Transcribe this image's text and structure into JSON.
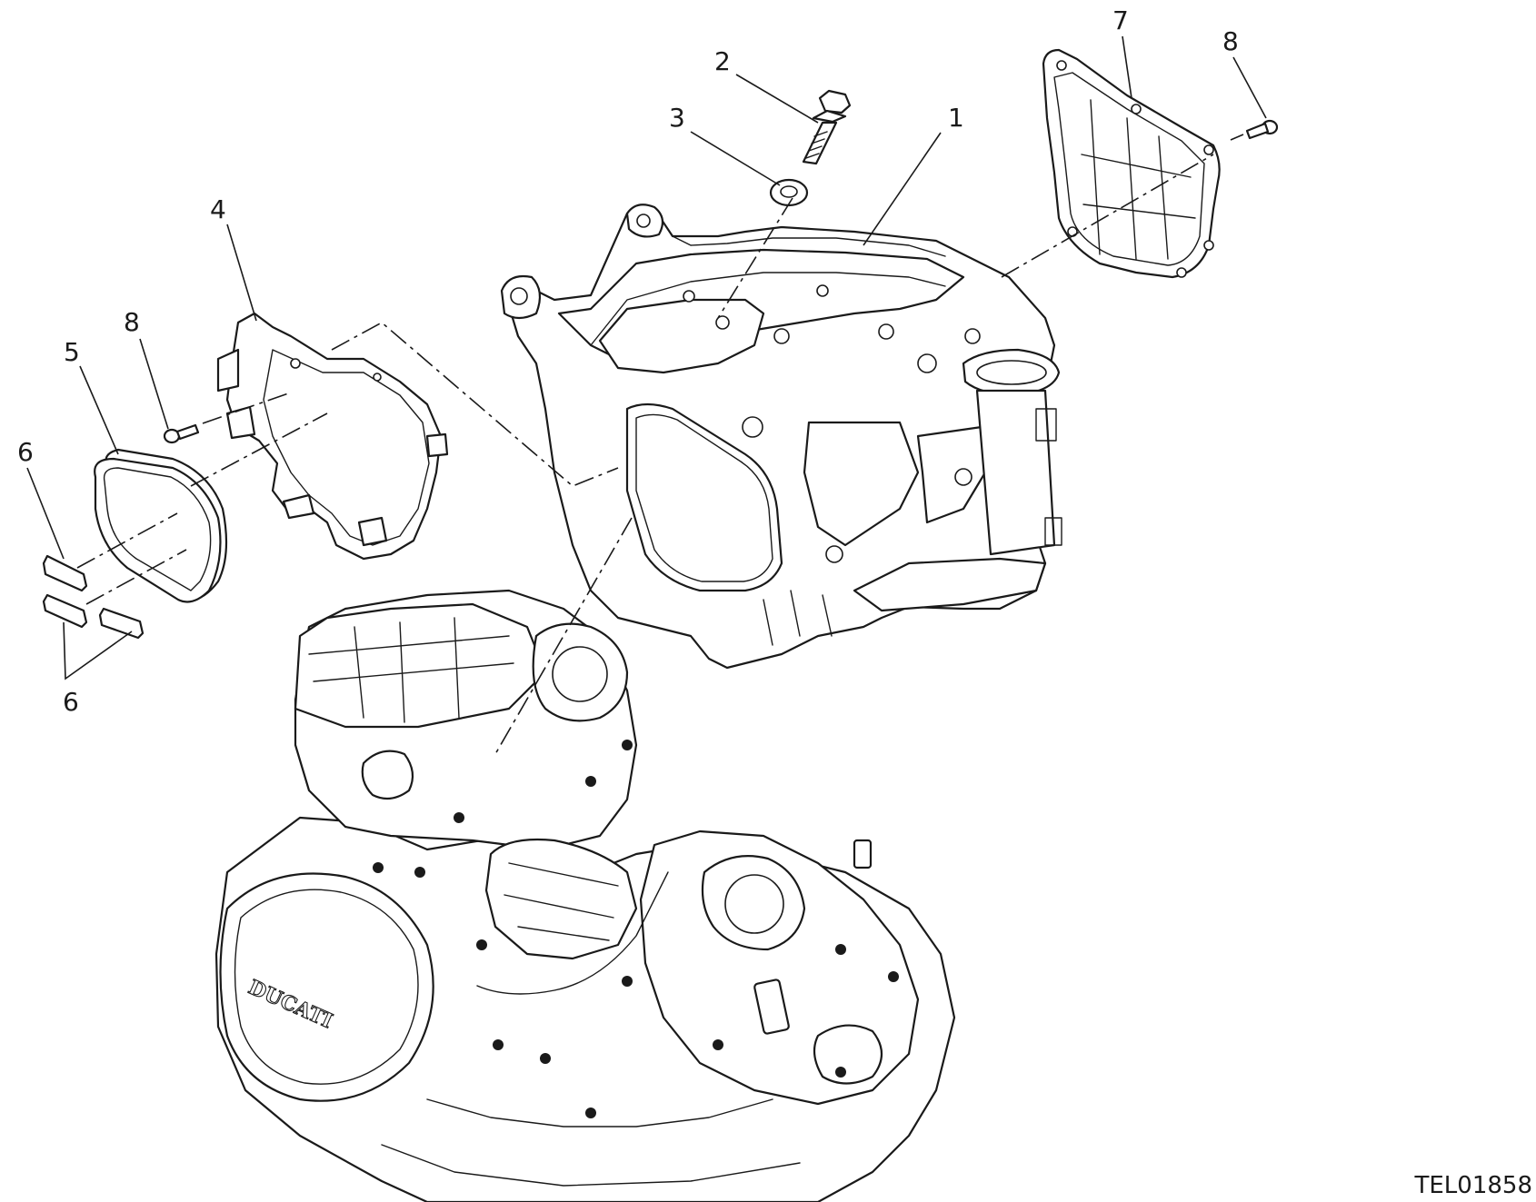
{
  "callouts": {
    "c1": "1",
    "c2": "2",
    "c3": "3",
    "c4": "4",
    "c5": "5",
    "c6a": "6",
    "c6b": "6",
    "c7": "7",
    "c8a": "8",
    "c8b": "8"
  },
  "drawing_code": "TEL01858",
  "engine_brand": "DUCATI"
}
